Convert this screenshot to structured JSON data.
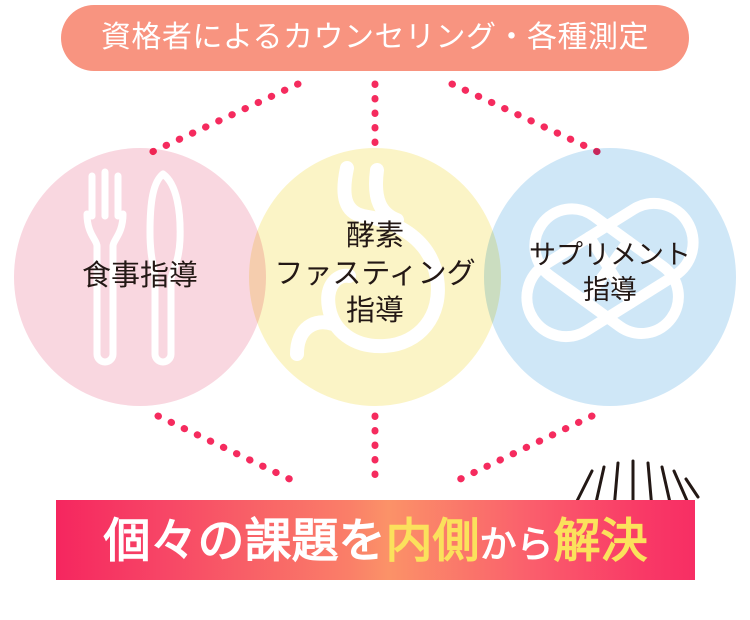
{
  "top_banner": {
    "label": "資格者によるカウンセリング・各種測定",
    "bg_color": "#F89480",
    "text_color": "#FFFFFF"
  },
  "venn": {
    "circles": [
      {
        "id": "diet",
        "label": "食事指導",
        "icon": "fork-knife-icon",
        "color": "#F9D7E0"
      },
      {
        "id": "enzyme",
        "label": "酵素\nファスティング\n指導",
        "icon": "stomach-icon",
        "color": "#FBF4C6"
      },
      {
        "id": "supplement",
        "label": "サプリメント\n指導",
        "icon": "capsule-icon",
        "color": "#CFE7F7"
      }
    ],
    "icon_color": "#FFFFFF",
    "label_color": "#231815"
  },
  "connectors": {
    "dot_color": "#F52B5E",
    "count": 6,
    "description": "dotted-lines"
  },
  "sparkle": {
    "color": "#231815",
    "line_count": 8
  },
  "bottom_banner": {
    "segments": [
      {
        "text": "個々の課題を",
        "color": "#FFFFFF",
        "emphasis": false
      },
      {
        "text": "内側",
        "color": "#FBE15C",
        "emphasis": true
      },
      {
        "text": "から",
        "color": "#FFFFFF",
        "emphasis": false
      },
      {
        "text": "解決",
        "color": "#FBE15C",
        "emphasis": true
      }
    ],
    "full_text": "個々の課題を内側から解決",
    "gradient_start": "#F5265F",
    "gradient_mid": "#FB9268",
    "gradient_end": "#F72E64"
  }
}
